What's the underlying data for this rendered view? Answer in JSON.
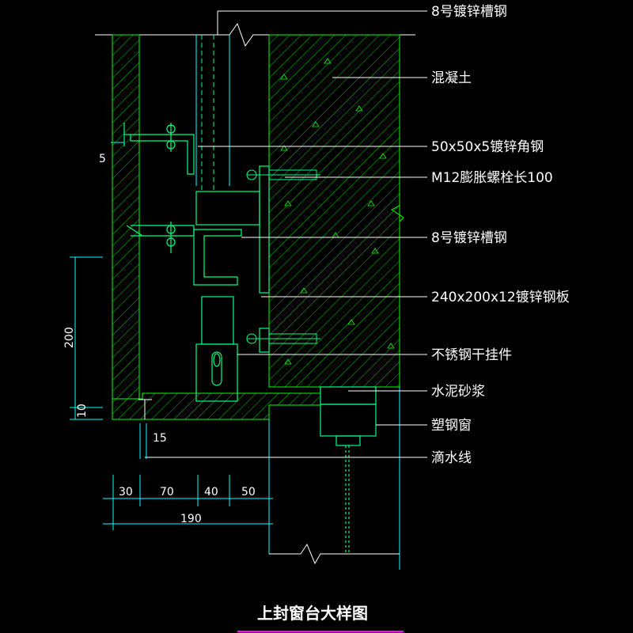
{
  "title": "上封窗台大样图",
  "labels": {
    "channel_steel_top": "8号镀锌槽钢",
    "concrete": "混凝土",
    "angle_steel": "50x50x5镀锌角钢",
    "expansion_bolt": "M12膨胀螺栓长100",
    "channel_steel_mid": "8号镀锌槽钢",
    "steel_plate": "240x200x12镀锌钢板",
    "stainless_hanger": "不锈钢干挂件",
    "cement_mortar": "水泥砂浆",
    "plastic_steel_window": "塑钢窗",
    "drip_line": "滴水线"
  },
  "dimensions": {
    "d5": "5",
    "d200": "200",
    "d10": "10",
    "d15": "15",
    "d30": "30",
    "d70": "70",
    "d40": "40",
    "d50": "50",
    "d190": "190"
  },
  "colors": {
    "background": "#000000",
    "structure": "#00ff00",
    "leader": "#ffffff",
    "dimension": "#00ffff",
    "steel": "#00ff80",
    "concrete_mark": "#00ff00",
    "title_underline": "#ff00ff"
  }
}
